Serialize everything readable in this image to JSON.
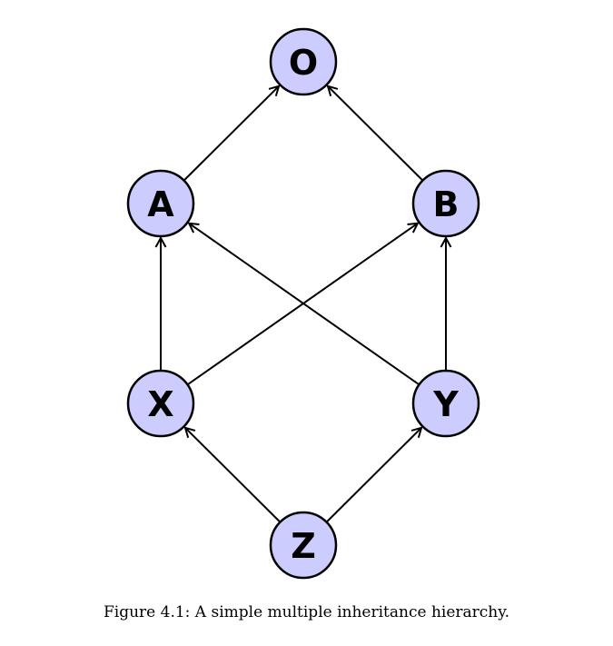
{
  "diagram": {
    "node_fill": "#ccccff",
    "node_stroke": "#000000",
    "edge_color": "#000000",
    "nodes": [
      {
        "id": "O",
        "label": "O"
      },
      {
        "id": "A",
        "label": "A"
      },
      {
        "id": "B",
        "label": "B"
      },
      {
        "id": "X",
        "label": "X"
      },
      {
        "id": "Y",
        "label": "Y"
      },
      {
        "id": "Z",
        "label": "Z"
      }
    ],
    "edges": [
      {
        "from": "A",
        "to": "O"
      },
      {
        "from": "B",
        "to": "O"
      },
      {
        "from": "X",
        "to": "A"
      },
      {
        "from": "X",
        "to": "B"
      },
      {
        "from": "Y",
        "to": "A"
      },
      {
        "from": "Y",
        "to": "B"
      },
      {
        "from": "Z",
        "to": "X"
      },
      {
        "from": "Z",
        "to": "Y"
      }
    ]
  },
  "caption": {
    "text": "Figure 4.1: A simple multiple inheritance hierarchy."
  }
}
